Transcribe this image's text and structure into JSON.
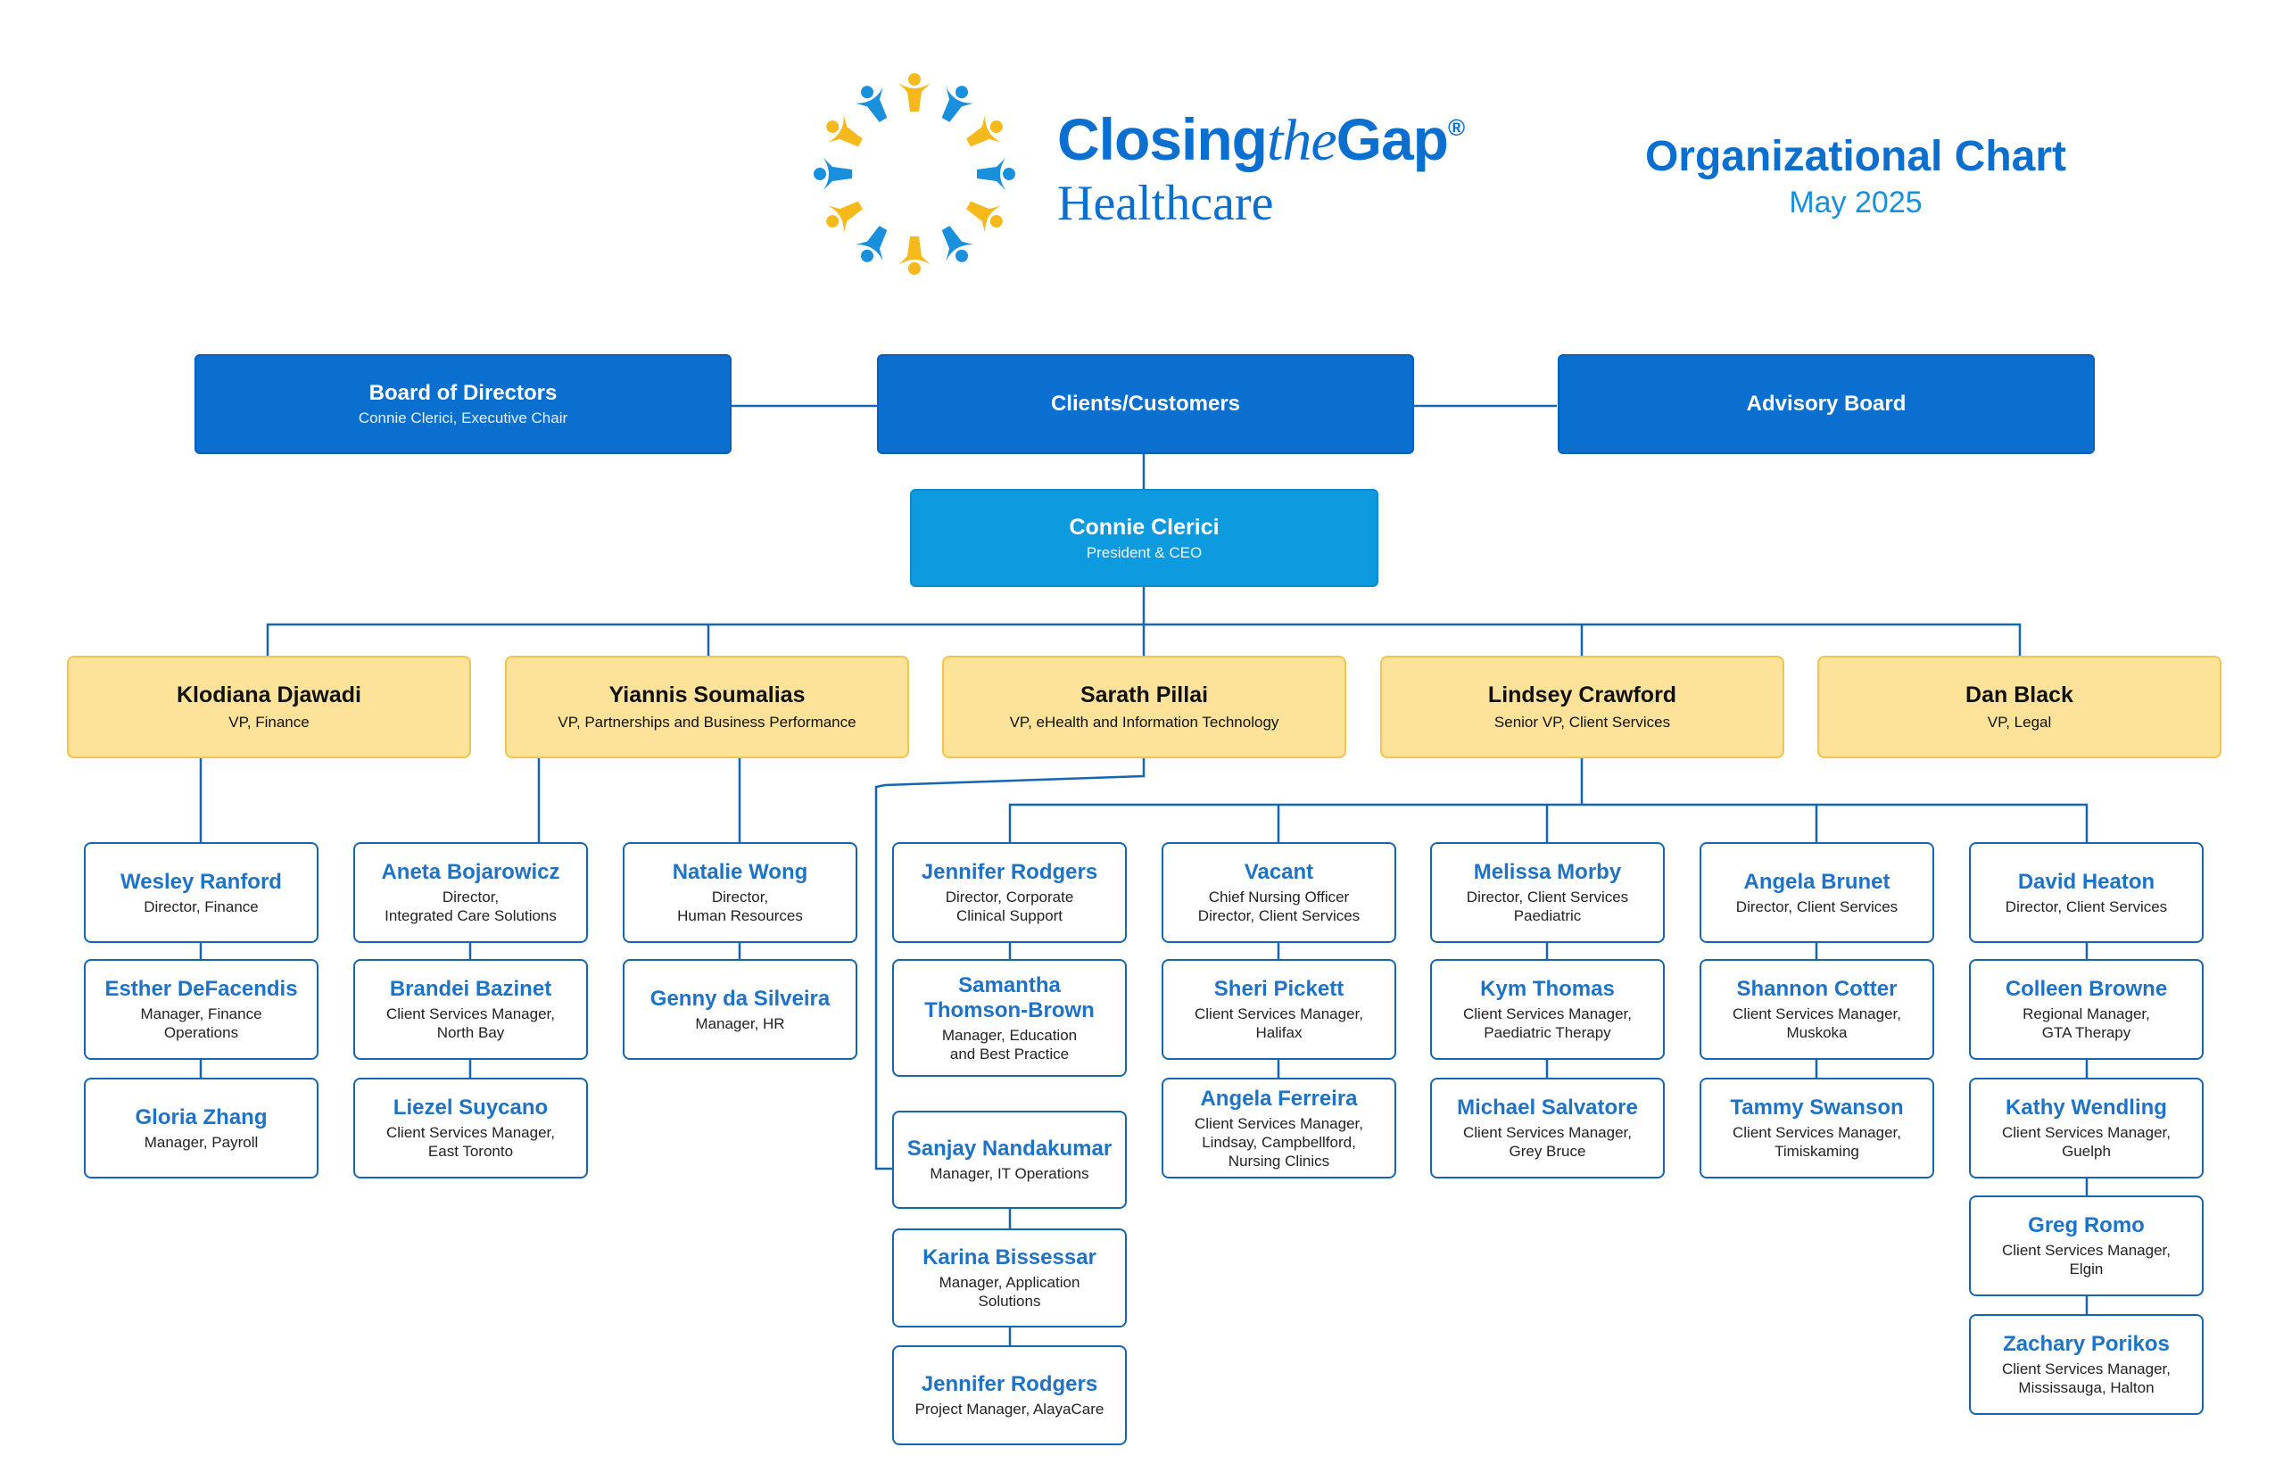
{
  "brand": {
    "line1_a": "Closing",
    "line1_b": "the",
    "line1_c": "Gap",
    "registered": "®",
    "line2": "Healthcare"
  },
  "chart": {
    "title": "Organizational Chart",
    "date": "May 2025"
  },
  "colors": {
    "primary_blue": "#0a6fcf",
    "ceo_blue": "#0d9adf",
    "vp_yellow": "#fde299",
    "name_blue": "#1e73c6",
    "logo_yellow": "#f6b91b",
    "logo_blue": "#1a8fdc"
  },
  "top": {
    "board": {
      "title": "Board of Directors",
      "sub": "Connie Clerici, Executive Chair"
    },
    "clients": {
      "title": "Clients/Customers"
    },
    "advisory": {
      "title": "Advisory Board"
    }
  },
  "ceo": {
    "name": "Connie Clerici",
    "role": "President & CEO"
  },
  "vps": [
    {
      "name": "Klodiana Djawadi",
      "role": "VP, Finance"
    },
    {
      "name": "Yiannis Soumalias",
      "role": "VP, Partnerships and Business Performance"
    },
    {
      "name": "Sarath Pillai",
      "role": "VP, eHealth and Information Technology"
    },
    {
      "name": "Lindsey Crawford",
      "role": "Senior VP, Client Services"
    },
    {
      "name": "Dan Black",
      "role": "VP, Legal"
    }
  ],
  "staff": {
    "finance": [
      {
        "name": "Wesley Ranford",
        "role": "Director, Finance"
      },
      {
        "name": "Esther DeFacendis",
        "role": "Manager, Finance\nOperations"
      },
      {
        "name": "Gloria Zhang",
        "role": "Manager, Payroll"
      }
    ],
    "partnerships_a": [
      {
        "name": "Aneta Bojarowicz",
        "role": "Director,\nIntegrated Care Solutions"
      },
      {
        "name": "Brandei Bazinet",
        "role": "Client Services Manager,\nNorth Bay"
      },
      {
        "name": "Liezel Suycano",
        "role": "Client Services Manager,\nEast Toronto"
      }
    ],
    "partnerships_b": [
      {
        "name": "Natalie Wong",
        "role": "Director,\nHuman Resources"
      },
      {
        "name": "Genny da Silveira",
        "role": "Manager, HR"
      }
    ],
    "col_rodgers": [
      {
        "name": "Jennifer Rodgers",
        "role": "Director, Corporate\nClinical Support"
      },
      {
        "name": "Samantha\nThomson-Brown",
        "role": "Manager, Education\nand Best Practice"
      }
    ],
    "it": [
      {
        "name": "Sanjay Nandakumar",
        "role": "Manager, IT Operations"
      },
      {
        "name": "Karina Bissessar",
        "role": "Manager, Application\nSolutions"
      },
      {
        "name": "Jennifer Rodgers",
        "role": "Project Manager, AlayaCare"
      }
    ],
    "col_vacant": [
      {
        "name": "Vacant",
        "role": "Chief Nursing Officer\nDirector, Client Services"
      },
      {
        "name": "Sheri Pickett",
        "role": "Client Services Manager,\nHalifax"
      },
      {
        "name": "Angela Ferreira",
        "role": "Client Services Manager,\nLindsay, Campbellford,\nNursing Clinics"
      }
    ],
    "col_morby": [
      {
        "name": "Melissa Morby",
        "role": "Director, Client Services\nPaediatric"
      },
      {
        "name": "Kym Thomas",
        "role": "Client Services Manager,\nPaediatric Therapy"
      },
      {
        "name": "Michael Salvatore",
        "role": "Client Services Manager,\nGrey Bruce"
      }
    ],
    "col_brunet": [
      {
        "name": "Angela Brunet",
        "role": "Director, Client Services"
      },
      {
        "name": "Shannon Cotter",
        "role": "Client Services Manager,\nMuskoka"
      },
      {
        "name": "Tammy Swanson",
        "role": "Client Services Manager,\nTimiskaming"
      }
    ],
    "col_heaton": [
      {
        "name": "David Heaton",
        "role": "Director, Client Services"
      },
      {
        "name": "Colleen Browne",
        "role": "Regional Manager,\nGTA Therapy"
      },
      {
        "name": "Kathy Wendling",
        "role": "Client Services Manager,\nGuelph"
      },
      {
        "name": "Greg Romo",
        "role": "Client Services Manager,\nElgin"
      },
      {
        "name": "Zachary Porikos",
        "role": "Client Services Manager,\nMississauga, Halton"
      }
    ]
  }
}
